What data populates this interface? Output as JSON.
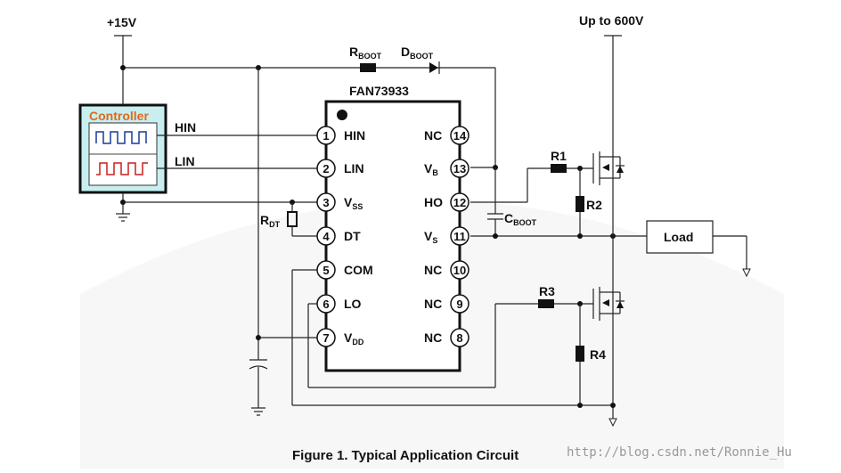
{
  "supply": {
    "vcc": "+15V",
    "hv": "Up to 600V"
  },
  "controller": {
    "title": "Controller",
    "hin": "HIN",
    "lin": "LIN"
  },
  "ic": {
    "name": "FAN73933",
    "left_pins": [
      {
        "num": "1",
        "name": "HIN",
        "sub": ""
      },
      {
        "num": "2",
        "name": "LIN",
        "sub": ""
      },
      {
        "num": "3",
        "name": "V",
        "sub": "SS"
      },
      {
        "num": "4",
        "name": "DT",
        "sub": ""
      },
      {
        "num": "5",
        "name": "COM",
        "sub": ""
      },
      {
        "num": "6",
        "name": "LO",
        "sub": ""
      },
      {
        "num": "7",
        "name": "V",
        "sub": "DD"
      }
    ],
    "right_pins": [
      {
        "num": "14",
        "name": "NC",
        "sub": ""
      },
      {
        "num": "13",
        "name": "V",
        "sub": "B"
      },
      {
        "num": "12",
        "name": "HO",
        "sub": ""
      },
      {
        "num": "11",
        "name": "V",
        "sub": "S"
      },
      {
        "num": "10",
        "name": "NC",
        "sub": ""
      },
      {
        "num": "9",
        "name": "NC",
        "sub": ""
      },
      {
        "num": "8",
        "name": "NC",
        "sub": ""
      }
    ]
  },
  "components": {
    "rboot": {
      "main": "R",
      "sub": "BOOT"
    },
    "dboot": {
      "main": "D",
      "sub": "BOOT"
    },
    "cboot": {
      "main": "C",
      "sub": "BOOT"
    },
    "rdt": {
      "main": "R",
      "sub": "DT"
    },
    "r1": "R1",
    "r2": "R2",
    "r3": "R3",
    "r4": "R4",
    "load": "Load"
  },
  "caption": "Figure 1. Typical Application Circuit",
  "watermark": "http://blog.csdn.net/Ronnie_Hu",
  "colors": {
    "controller_title": "#e06a1a",
    "controller_fill": "#c8eef0",
    "hin_wave": "#1a3a9a",
    "lin_wave": "#c81e1e"
  }
}
